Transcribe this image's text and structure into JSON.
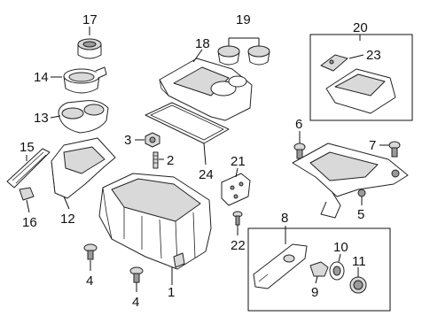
{
  "diagram": {
    "callouts": [
      {
        "id": "c1",
        "text": "1"
      },
      {
        "id": "c2",
        "text": "2"
      },
      {
        "id": "c3",
        "text": "3"
      },
      {
        "id": "c4a",
        "text": "4"
      },
      {
        "id": "c4b",
        "text": "4"
      },
      {
        "id": "c5",
        "text": "5"
      },
      {
        "id": "c6",
        "text": "6"
      },
      {
        "id": "c7",
        "text": "7"
      },
      {
        "id": "c8",
        "text": "8"
      },
      {
        "id": "c9",
        "text": "9"
      },
      {
        "id": "c10",
        "text": "10"
      },
      {
        "id": "c11",
        "text": "11"
      },
      {
        "id": "c12",
        "text": "12"
      },
      {
        "id": "c13",
        "text": "13"
      },
      {
        "id": "c14",
        "text": "14"
      },
      {
        "id": "c15",
        "text": "15"
      },
      {
        "id": "c16",
        "text": "16"
      },
      {
        "id": "c17",
        "text": "17"
      },
      {
        "id": "c18",
        "text": "18"
      },
      {
        "id": "c19",
        "text": "19"
      },
      {
        "id": "c20",
        "text": "20"
      },
      {
        "id": "c21",
        "text": "21"
      },
      {
        "id": "c22",
        "text": "22"
      },
      {
        "id": "c23",
        "text": "23"
      },
      {
        "id": "c24",
        "text": "24"
      }
    ]
  }
}
